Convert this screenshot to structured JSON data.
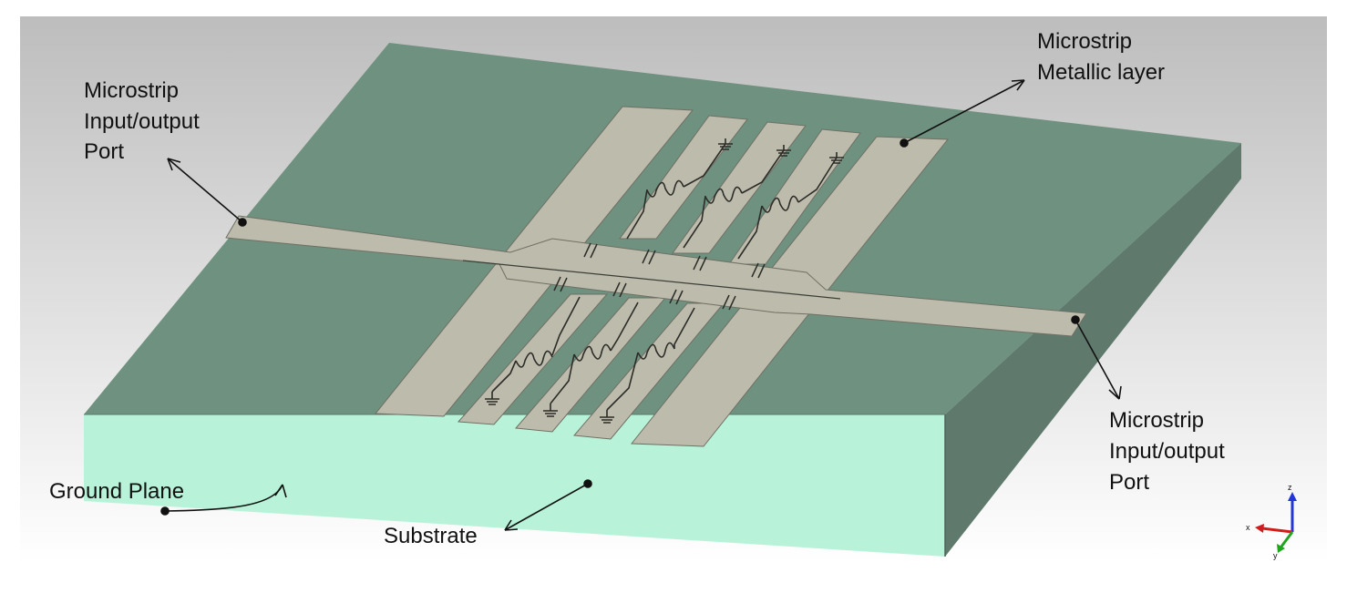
{
  "labels": {
    "port_left": [
      "Microstrip",
      "Input/output",
      "Port"
    ],
    "port_right": [
      "Microstrip",
      "Input/output",
      "Port"
    ],
    "metallic": [
      "Microstrip",
      "Metallic layer"
    ],
    "ground": "Ground Plane",
    "substrate": "Substrate"
  },
  "axes": {
    "z": "z",
    "x": "x",
    "y": "y"
  },
  "colors": {
    "substrate_top": "#6f9180",
    "substrate_front": "#b8f3d9",
    "substrate_side": "#5f7a6d",
    "metal": "#bdbbab",
    "background_top": "#bdbdbd",
    "background_bottom": "#ffffff",
    "axis_x": "#d11c1c",
    "axis_y": "#1da51d",
    "axis_z": "#2437d6"
  },
  "symbols": {
    "inductor": "coil-icon",
    "capacitor": "capacitor-icon",
    "ground": "ground-icon"
  }
}
